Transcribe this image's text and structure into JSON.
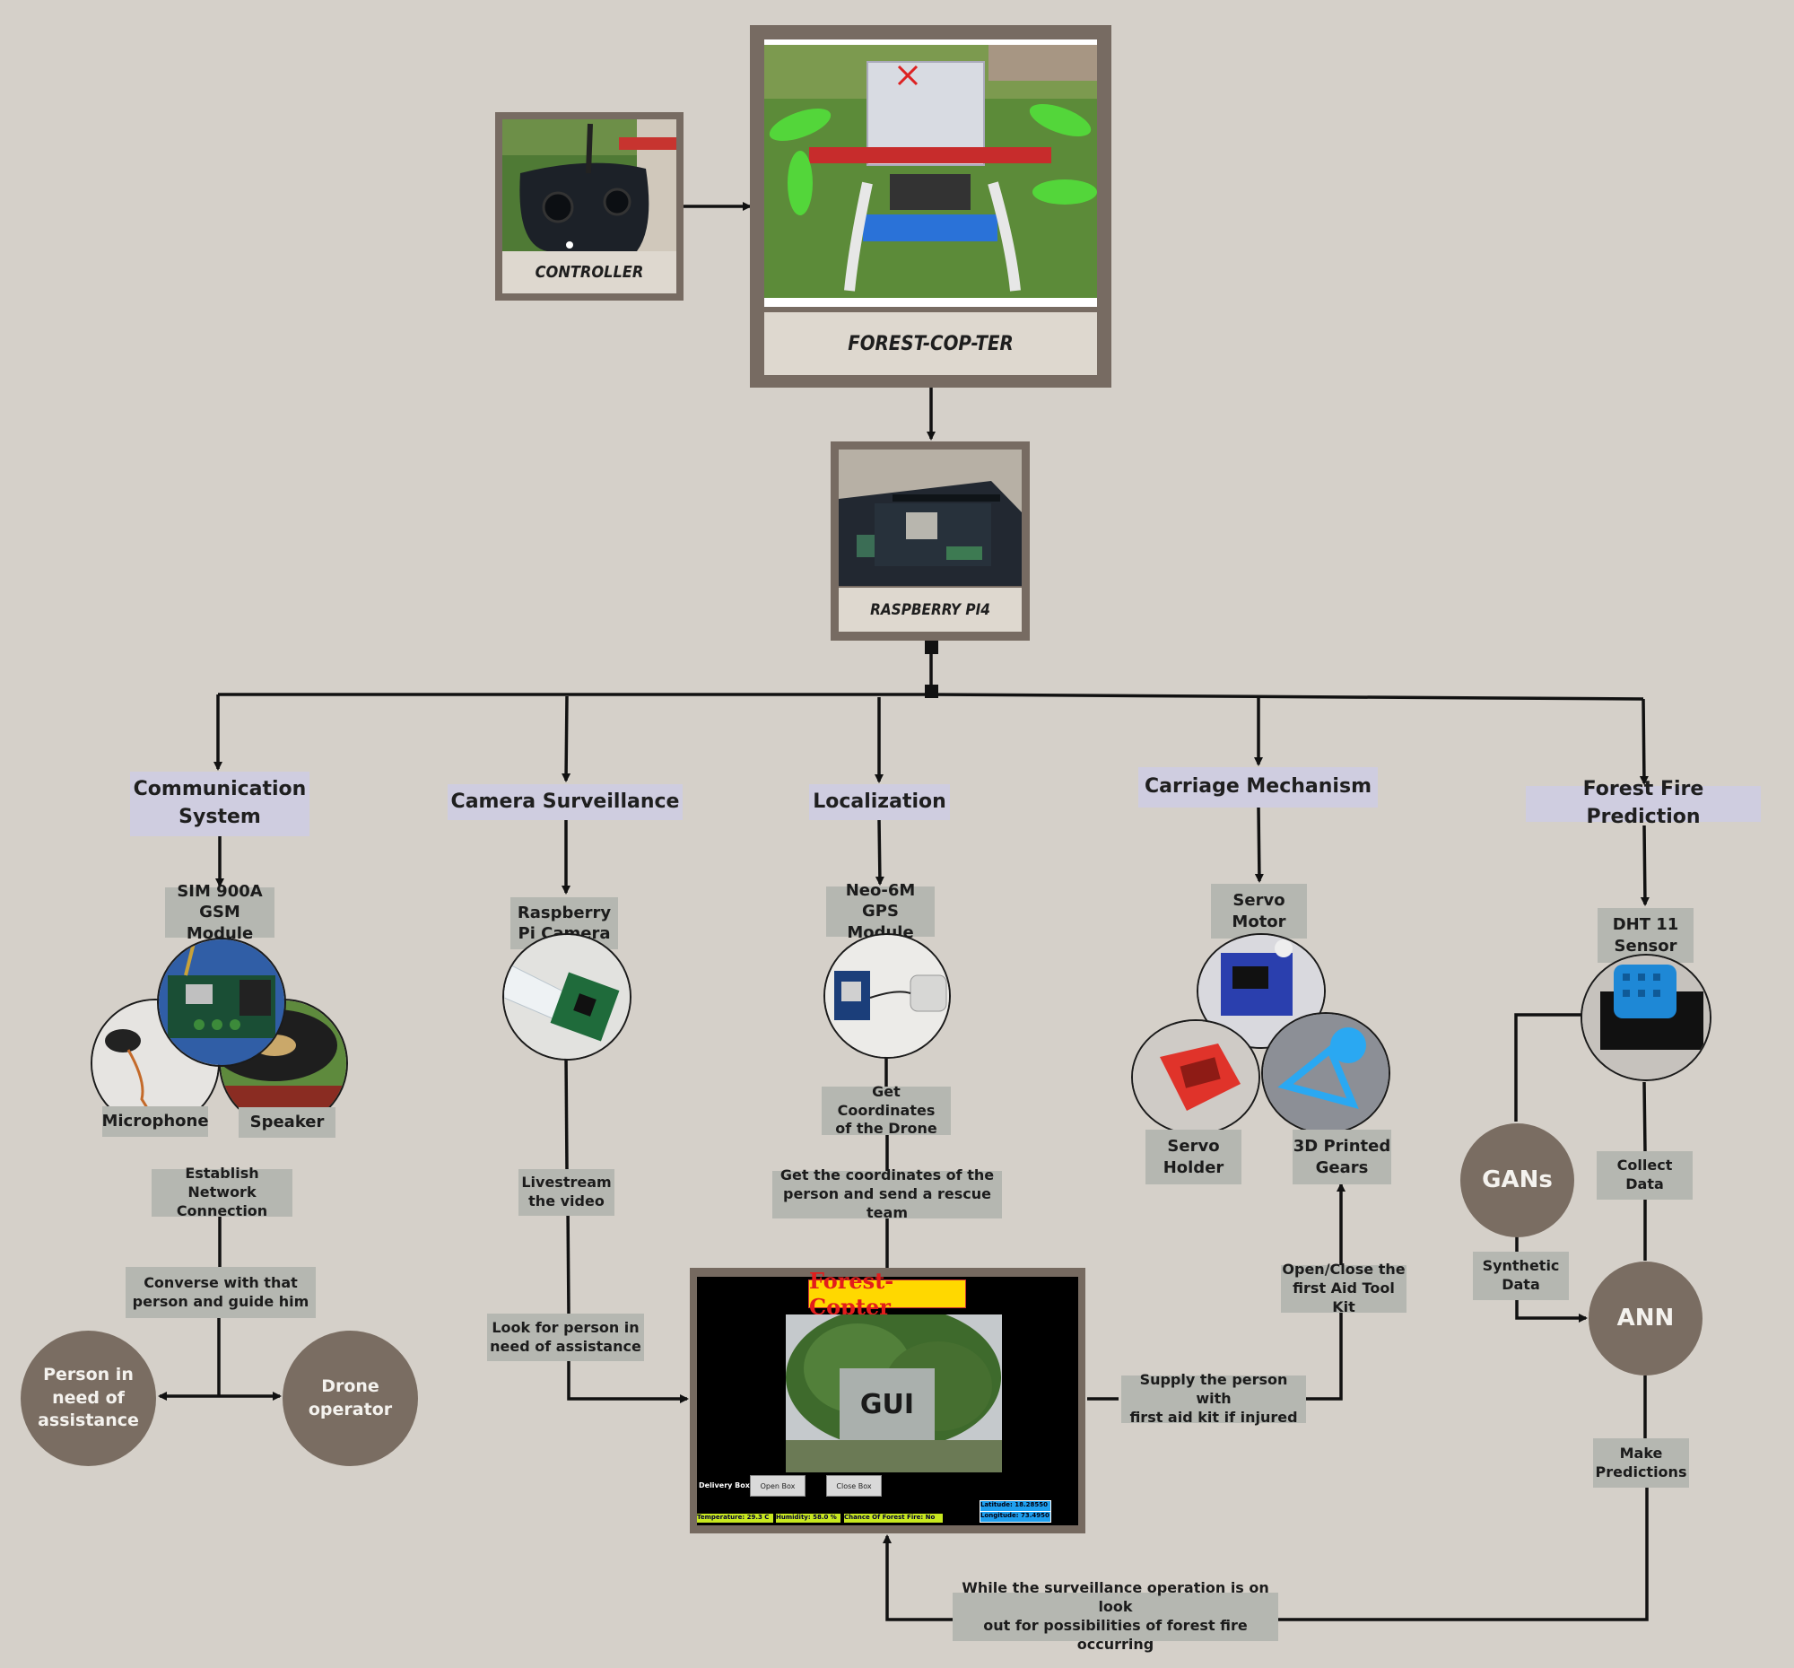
{
  "top": {
    "controller_caption": "CONTROLLER",
    "drone_caption": "FOREST-COP-TER",
    "raspberry_caption": "RASPBERRY PI4"
  },
  "modules": {
    "communication": "Communication System",
    "camera": "Camera Surveillance",
    "localization": "Localization",
    "carriage": "Carriage Mechanism",
    "fire": "Forest Fire Prediction"
  },
  "communication": {
    "sim": "SIM 900A\nGSM Module",
    "microphone": "Microphone",
    "speaker": "Speaker",
    "establish": "Establish Network\nConnection",
    "converse": "Converse with that\nperson and guide him",
    "person": "Person in\nneed of\nassistance",
    "operator": "Drone\noperator"
  },
  "camera": {
    "pi_camera": "Raspberry\nPi Camera",
    "livestream": "Livestream\nthe video",
    "look": "Look for person in\nneed of assistance"
  },
  "localization": {
    "gps": "Neo-6M\nGPS Module",
    "get_coords": "Get Coordinates\nof the Drone",
    "send_team": "Get the coordinates of the\nperson and send a rescue team"
  },
  "carriage": {
    "servo_motor": "Servo\nMotor",
    "servo_holder": "Servo\nHolder",
    "gears": "3D Printed\nGears",
    "open_close": "Open/Close the\nfirst Aid Tool Kit",
    "supply": "Supply the person with\nfirst aid kit if injured"
  },
  "fire": {
    "dht": "DHT 11\nSensor",
    "gans": "GANs",
    "collect": "Collect Data",
    "synthetic": "Synthetic\nData",
    "ann": "ANN",
    "predictions": "Make\nPredictions",
    "surveillance_note": "While the surveillance operation is on look\nout for possibilities of forest fire occurring"
  },
  "gui": {
    "title": "Forest-Copter",
    "label": "GUI",
    "delivery_box": "Delivery Box:",
    "open_box": "Open Box",
    "close_box": "Close Box",
    "temperature": "Temperature: 29.3 C",
    "humidity": "Humidity: 58.0 %",
    "chance": "Chance Of Forest Fire: No",
    "latitude": "Latitude: 18.28550",
    "longitude": "Longitude: 73.4950"
  },
  "colors": {
    "background": "#d5d0c9",
    "module_box": "#cfcde0",
    "label_box": "#b5b7b1",
    "circle": "#7a6d62",
    "frame": "#776b62"
  }
}
